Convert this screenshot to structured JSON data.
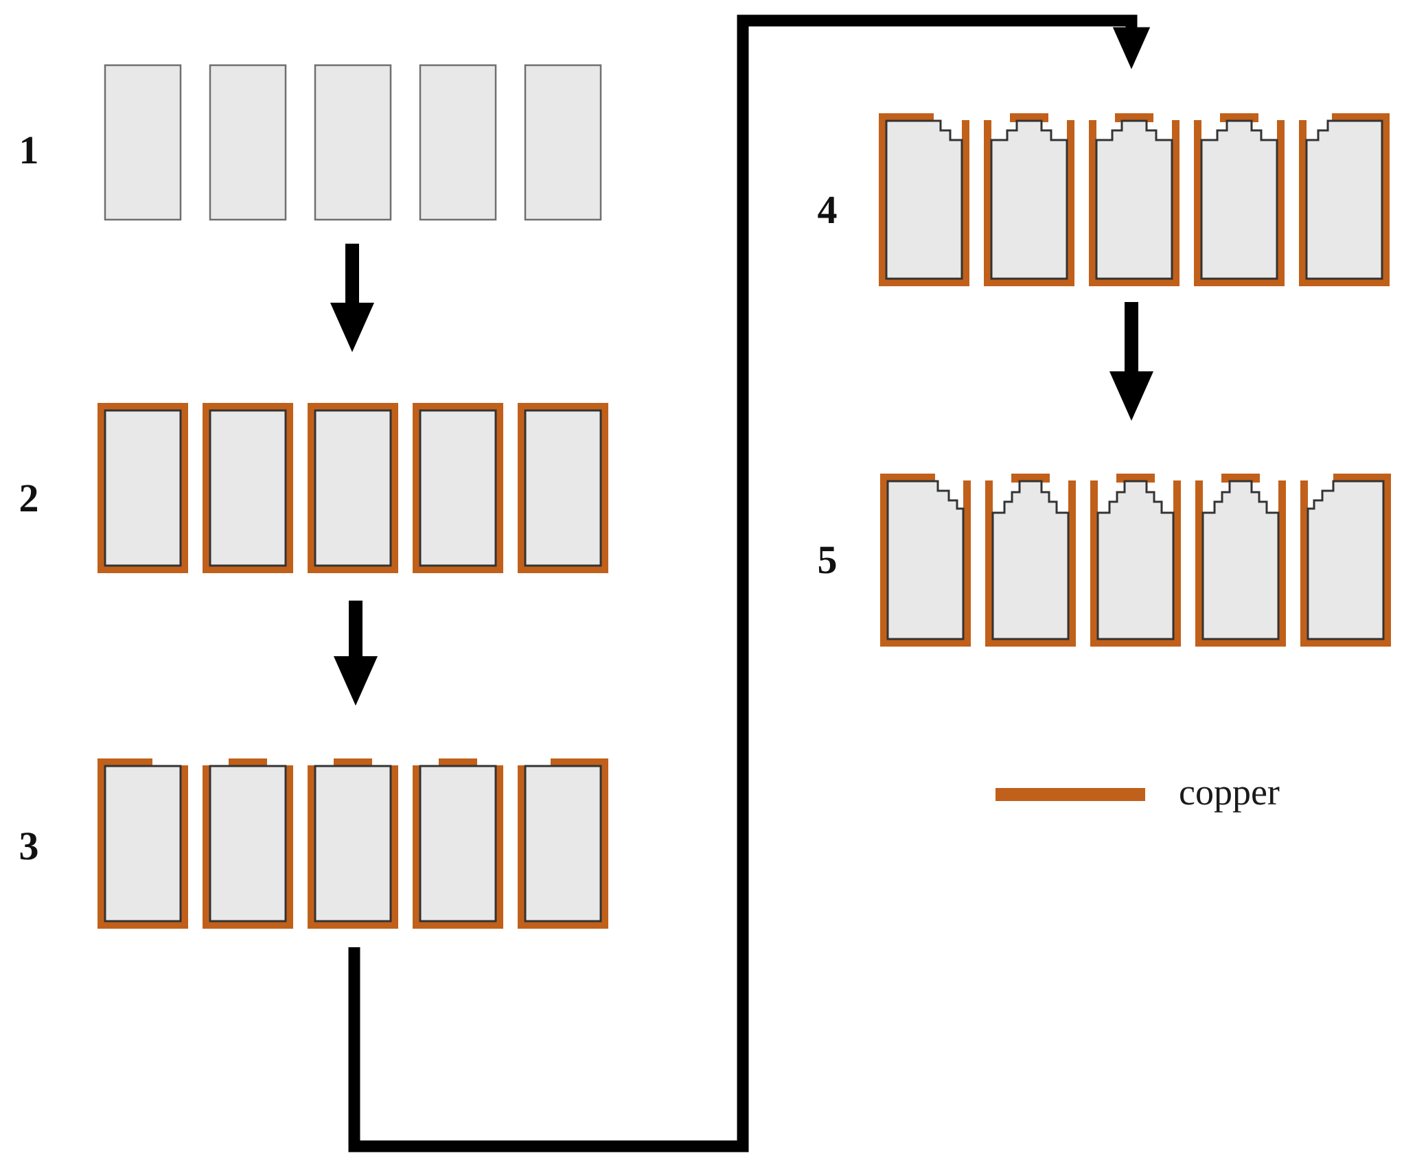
{
  "colors": {
    "copper": "#c1601a",
    "block_fill": "#e8e8e8",
    "block_outline": "#555555",
    "arrow": "#000000"
  },
  "steps": [
    {
      "label": "1",
      "blocks": [
        "plain",
        "plain",
        "plain",
        "plain",
        "plain"
      ]
    },
    {
      "label": "2",
      "blocks": [
        "coated",
        "coated",
        "coated",
        "coated",
        "coated"
      ]
    },
    {
      "label": "3",
      "blocks": [
        "opened-left",
        "opened-center",
        "opened-center",
        "opened-center",
        "opened-right"
      ]
    },
    {
      "label": "4",
      "blocks": [
        "etched1-left",
        "etched1-center",
        "etched1-center",
        "etched1-center",
        "etched1-right"
      ]
    },
    {
      "label": "5",
      "blocks": [
        "etched2-left",
        "etched2-center",
        "etched2-center",
        "etched2-center",
        "etched2-right"
      ]
    }
  ],
  "legend": {
    "label": "copper"
  }
}
